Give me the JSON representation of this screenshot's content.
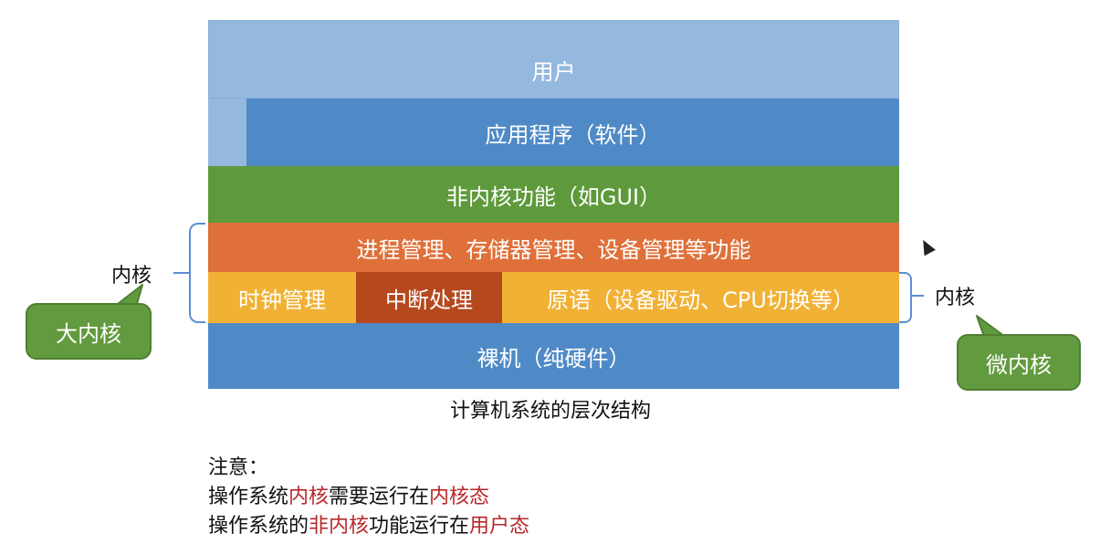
{
  "diagram": {
    "layers": {
      "user": "用户",
      "application": "应用程序（软件）",
      "non_kernel": "非内核功能（如GUI）",
      "kernel_mgmt": "进程管理、存储器管理、设备管理等功能",
      "clock": "时钟管理",
      "interrupt": "中断处理",
      "primitives": "原语（设备驱动、CPU切换等）",
      "hardware": "裸机（纯硬件）"
    },
    "caption": "计算机系统的层次结构",
    "left_kernel_label": "内核",
    "right_kernel_label": "内核",
    "left_bubble": "大内核",
    "right_bubble": "微内核"
  },
  "notes": {
    "title": "注意：",
    "line1": {
      "a": "操作系统",
      "b": "内核",
      "c": "需要运行在",
      "d": "内核态"
    },
    "line2": {
      "a": "操作系统的",
      "b": "非内核",
      "c": "功能运行在",
      "d": "用户态"
    }
  },
  "colors": {
    "user": "#95b8de",
    "application": "#4f8ac6",
    "non_kernel": "#5e9a3b",
    "kernel_mgmt": "#df703a",
    "clock": "#f1b134",
    "interrupt": "#b5481d",
    "primitives": "#f1b134",
    "hardware": "#4f8ac6",
    "note_red": "#b8282a"
  }
}
